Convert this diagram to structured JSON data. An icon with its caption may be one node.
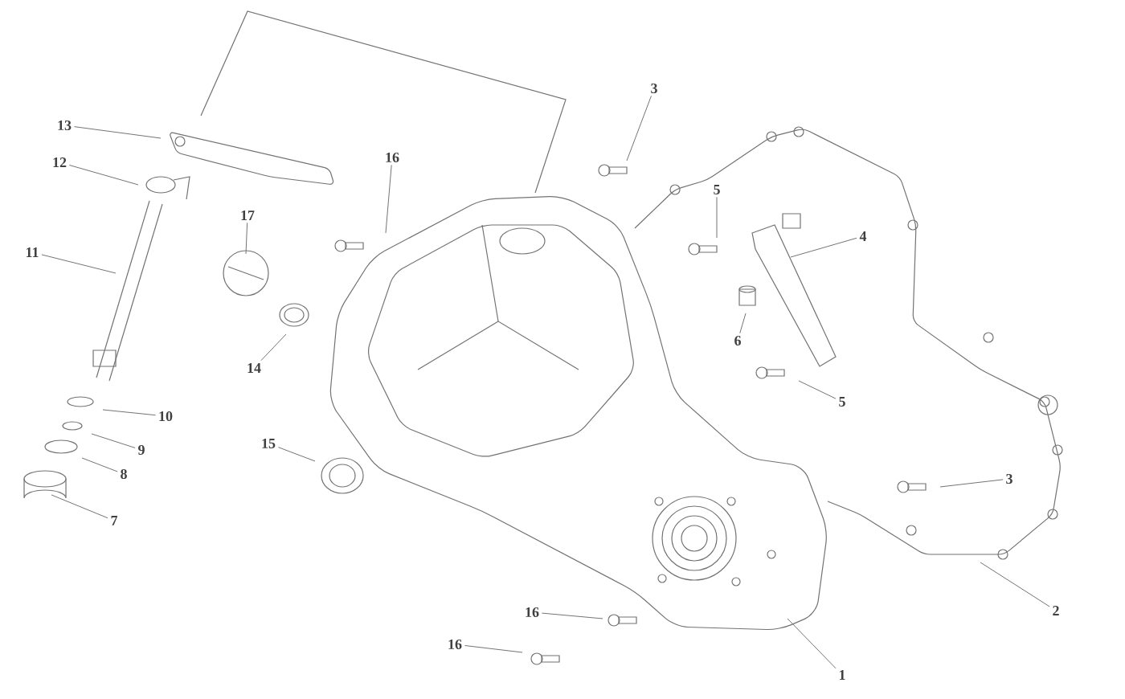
{
  "diagram": {
    "nodes": [
      {
        "text": [
          "3"
        ]
      },
      {
        "text": [
          "16"
        ]
      },
      {
        "text": [
          "13"
        ]
      },
      {
        "text": [
          "5"
        ]
      },
      {
        "text": [
          "12"
        ]
      },
      {
        "text": [
          "17"
        ]
      },
      {
        "text": [
          "4"
        ]
      },
      {
        "text": [
          "11"
        ]
      },
      {
        "text": [
          "6"
        ]
      },
      {
        "text": [
          "14"
        ]
      },
      {
        "text": [
          "5"
        ]
      },
      {
        "text": [
          "10"
        ]
      },
      {
        "text": [
          "15"
        ]
      },
      {
        "text": [
          "9"
        ]
      },
      {
        "text": [
          "8"
        ]
      },
      {
        "text": [
          "3"
        ]
      },
      {
        "text": [
          "7"
        ]
      },
      {
        "text": [
          "2"
        ]
      },
      {
        "text": [
          "16"
        ]
      },
      {
        "text": [
          "1"
        ]
      },
      {
        "text": [
          "16"
        ]
      }
    ],
    "edges": [
      {
        "from": 0,
        "to": null,
        "arrow": "none"
      },
      {
        "from": 1,
        "to": null,
        "arrow": "none"
      },
      {
        "from": 2,
        "to": null,
        "arrow": "none"
      },
      {
        "from": 3,
        "to": null,
        "arrow": "none"
      },
      {
        "from": 4,
        "to": null,
        "arrow": "none"
      },
      {
        "from": 5,
        "to": null,
        "arrow": "none"
      },
      {
        "from": 6,
        "to": null,
        "arrow": "none"
      },
      {
        "from": 7,
        "to": null,
        "arrow": "none"
      },
      {
        "from": 8,
        "to": null,
        "arrow": "none"
      },
      {
        "from": 9,
        "to": null,
        "arrow": "none"
      },
      {
        "from": 10,
        "to": null,
        "arrow": "none"
      },
      {
        "from": 11,
        "to": null,
        "arrow": "none"
      },
      {
        "from": 12,
        "to": null,
        "arrow": "none"
      },
      {
        "from": 13,
        "to": null,
        "arrow": "none"
      },
      {
        "from": 14,
        "to": null,
        "arrow": "none"
      },
      {
        "from": 15,
        "to": null,
        "arrow": "none"
      },
      {
        "from": 16,
        "to": null,
        "arrow": "none"
      },
      {
        "from": 17,
        "to": null,
        "arrow": "none"
      },
      {
        "from": 18,
        "to": null,
        "arrow": "none"
      },
      {
        "from": 19,
        "to": null,
        "arrow": "none"
      },
      {
        "from": 20,
        "to": null,
        "arrow": "none"
      }
    ]
  }
}
